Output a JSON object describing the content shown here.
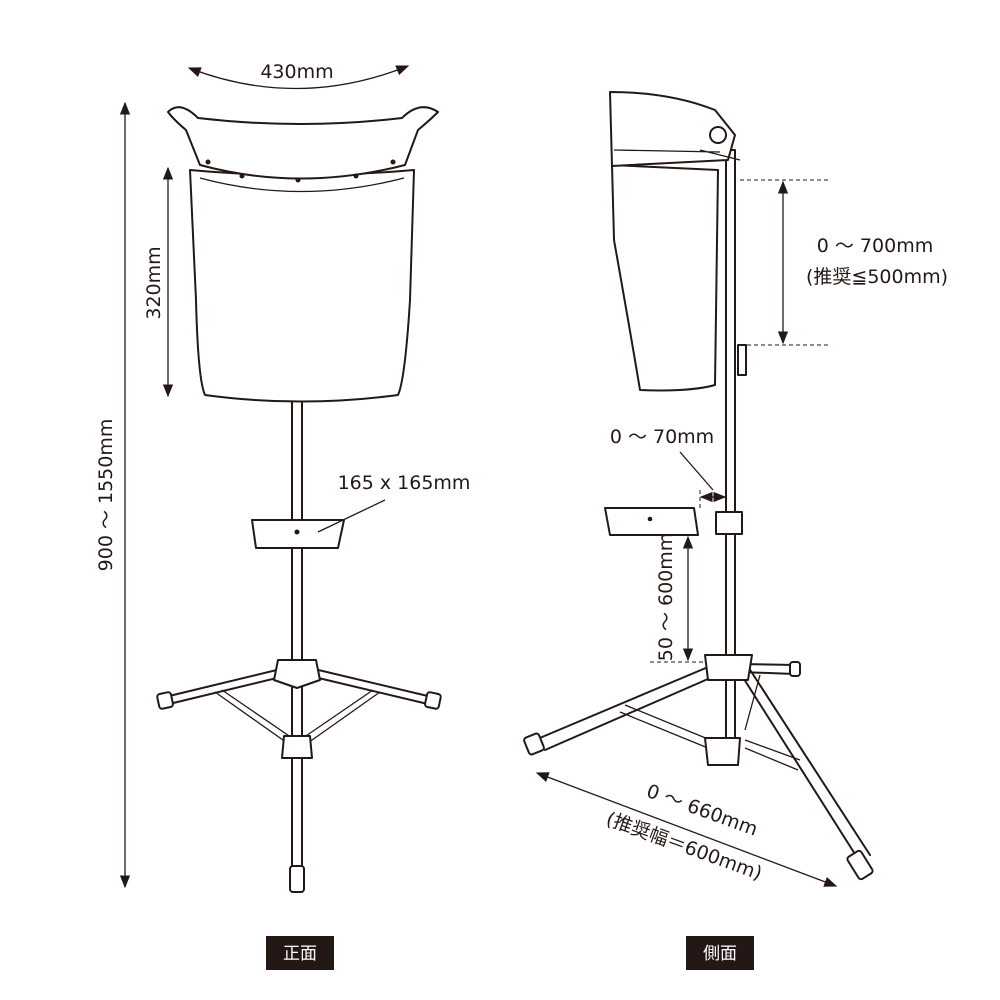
{
  "front_view": {
    "label": "正面",
    "width_dim": "430mm",
    "panel_height_dim": "320mm",
    "total_height_dim": "900 ～ 1550mm",
    "platform_dim": "165 x 165mm"
  },
  "side_view": {
    "label": "側面",
    "panel_adjust_dim": "0 ～ 700mm",
    "panel_adjust_note": "(推奨≦500mm)",
    "offset_dim": "0 ～ 70mm",
    "platform_height_dim": "50 ～ 600mm",
    "leg_spread_dim": "0 ～ 660mm",
    "leg_spread_note": "(推奨幅＝600mm)"
  },
  "colors": {
    "line": "#231815",
    "label_bg": "#231815"
  }
}
